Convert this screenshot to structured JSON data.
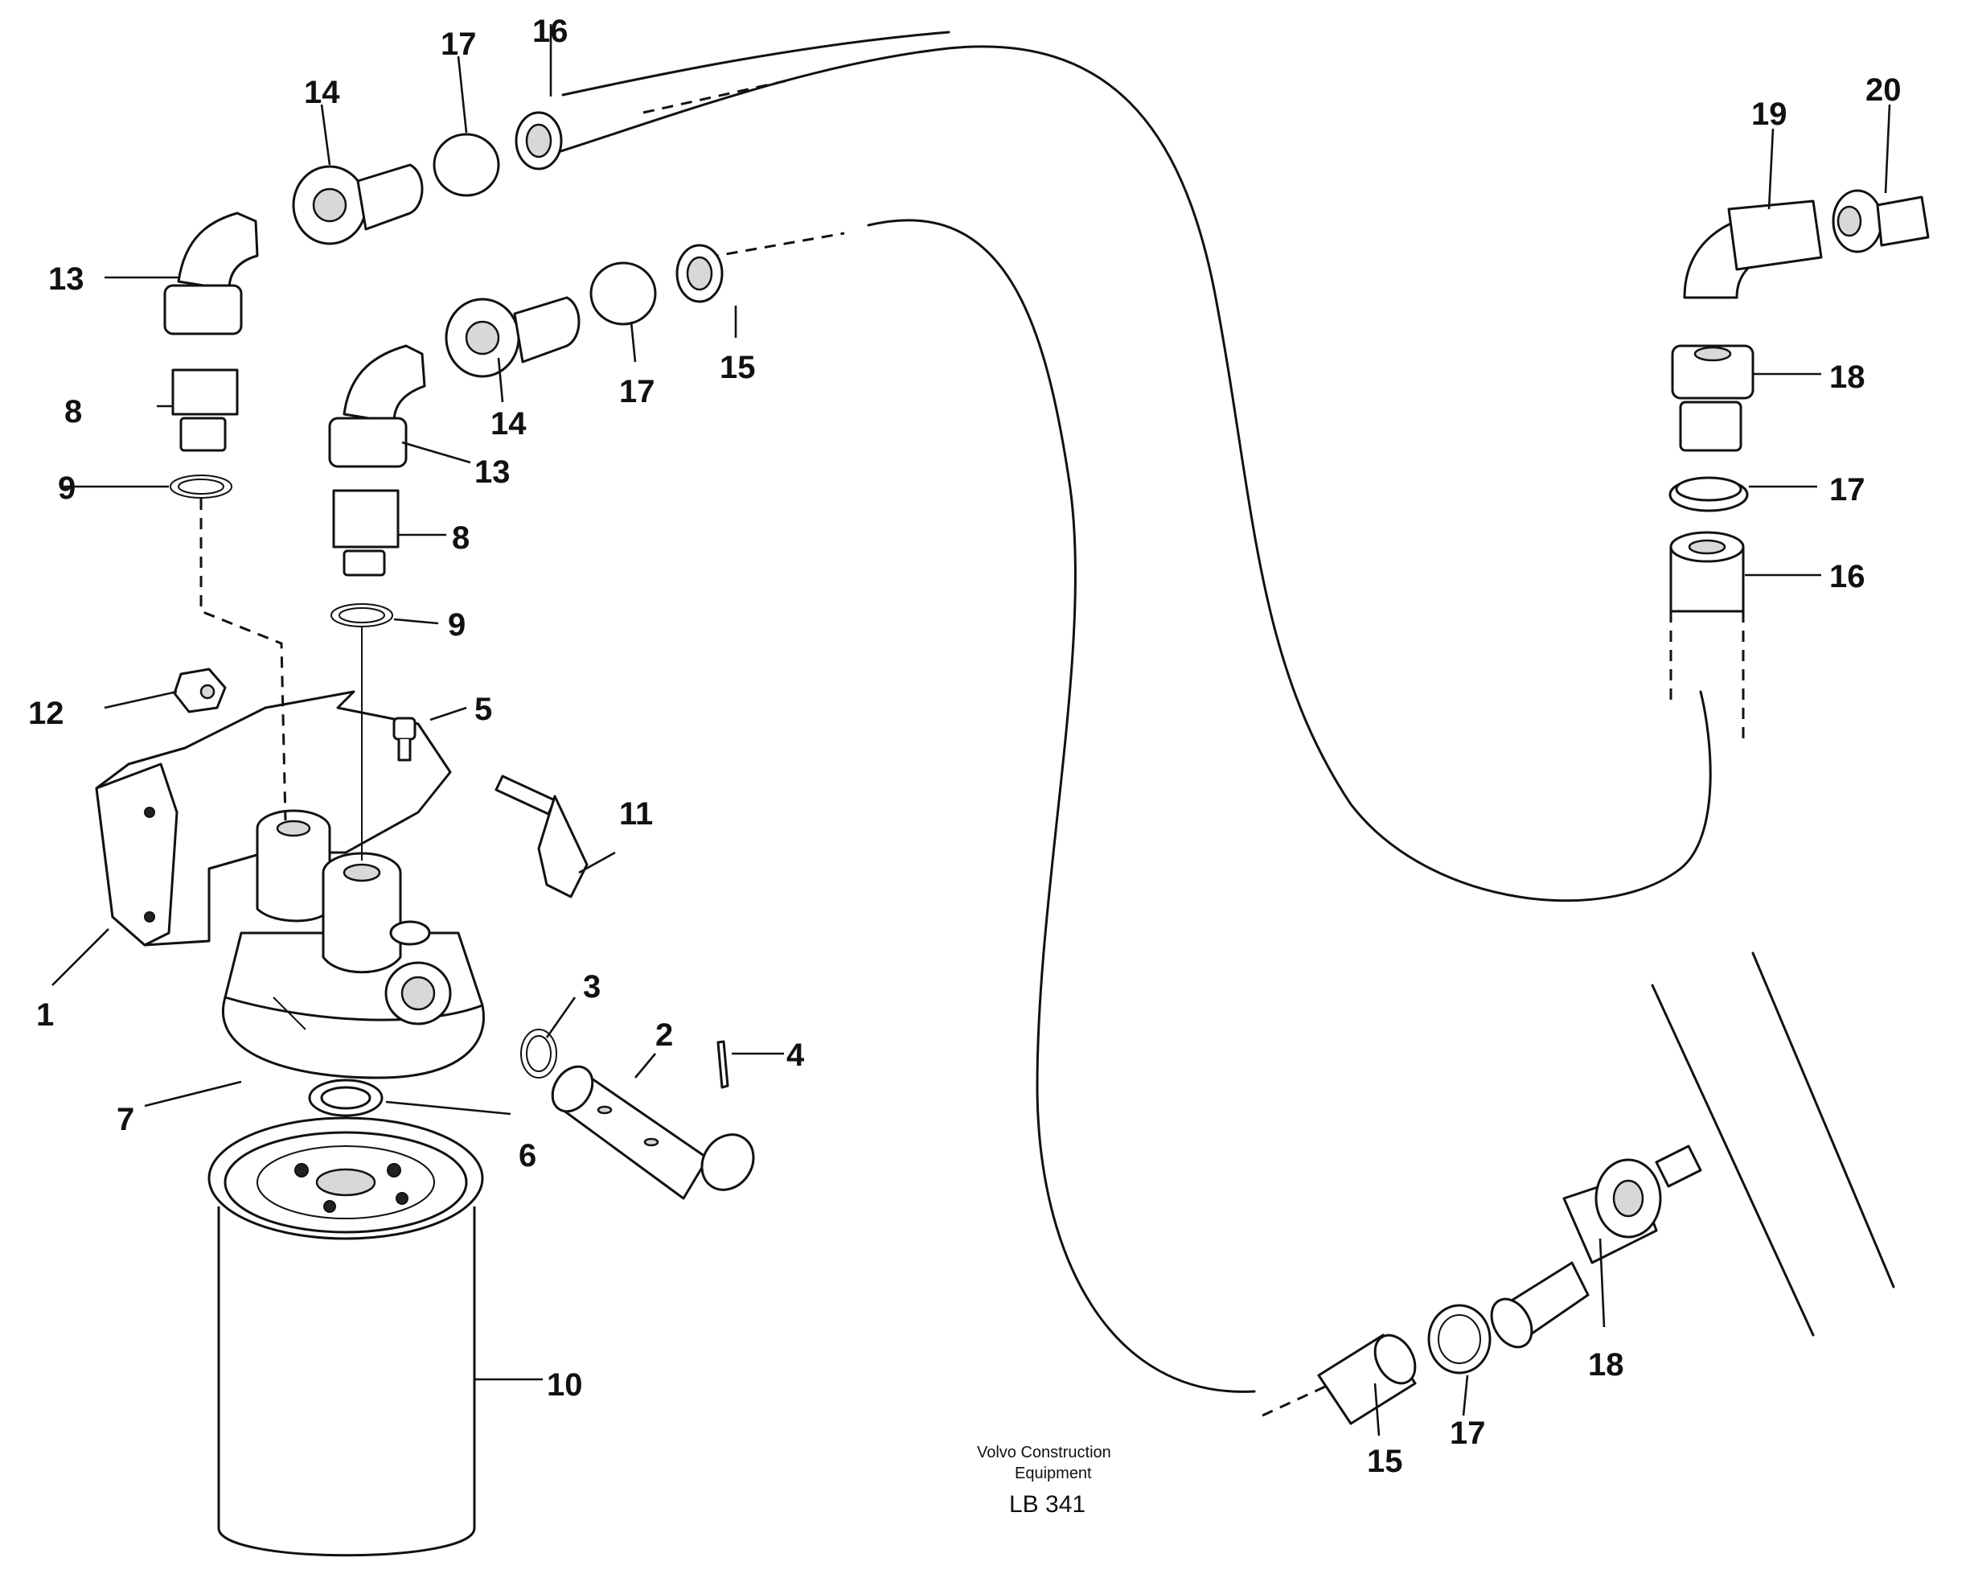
{
  "callouts": {
    "c1": "1",
    "c2": "2",
    "c3": "3",
    "c4": "4",
    "c5": "5",
    "c6": "6",
    "c7": "7",
    "c8a": "8",
    "c8b": "8",
    "c9a": "9",
    "c9b": "9",
    "c10": "10",
    "c11": "11",
    "c12": "12",
    "c13a": "13",
    "c13b": "13",
    "c14a": "14",
    "c14b": "14",
    "c15a": "15",
    "c15b": "15",
    "c16a": "16",
    "c16b": "16",
    "c17a": "17",
    "c17b": "17",
    "c17c": "17",
    "c17d": "17",
    "c18a": "18",
    "c18b": "18",
    "c19": "19",
    "c20": "20"
  },
  "footer": {
    "brand_line1": "Volvo Construction",
    "brand_line2": "Equipment",
    "drawing_code": "LB 341"
  }
}
